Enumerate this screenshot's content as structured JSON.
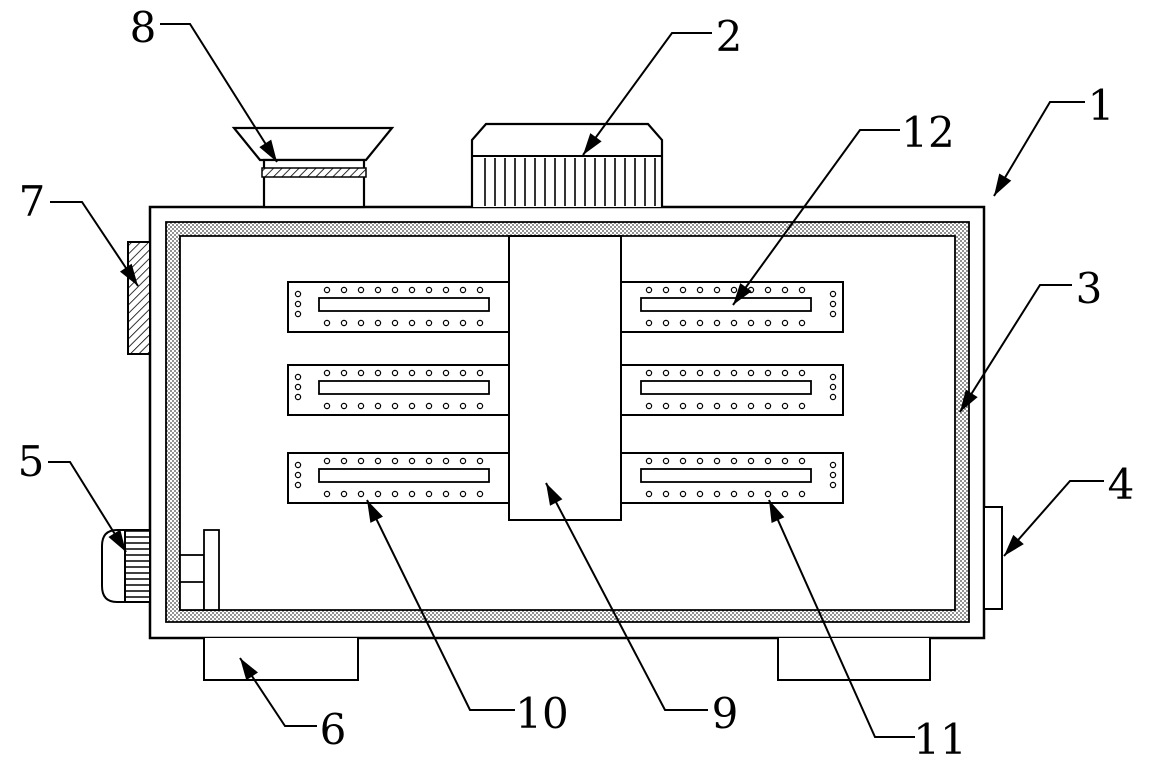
{
  "diagram": {
    "callouts": {
      "c1": "1",
      "c2": "2",
      "c3": "3",
      "c4": "4",
      "c5": "5",
      "c6": "6",
      "c7": "7",
      "c8": "8",
      "c9": "9",
      "c10": "10",
      "c11": "11",
      "c12": "12"
    }
  },
  "colors": {
    "line": "#000000",
    "liner_fill": "#d9d9d9",
    "background": "#ffffff"
  }
}
